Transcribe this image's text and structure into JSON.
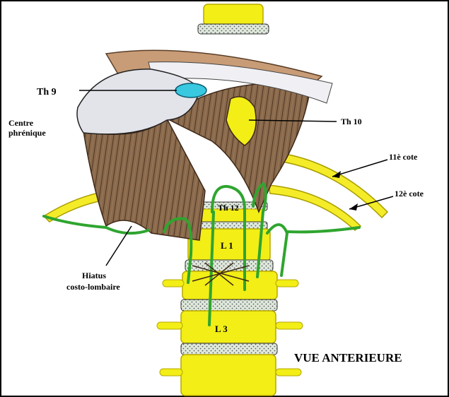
{
  "figure": {
    "labels": {
      "th9": "Th 9",
      "centre_line1": "Centre",
      "centre_line2": "phrénique",
      "th10": "Th 10",
      "cote11": "11è cote",
      "cote12": "12è cote",
      "th12": "Th 12",
      "l1": "L 1",
      "l3": "L 3",
      "hiatus_line1": "Hiatus",
      "hiatus_line2": "costo-lombaire",
      "view": "VUE ANTERIEURE"
    },
    "colors": {
      "vertebra": "#f2ee16",
      "vertebra_dark": "#c8b400",
      "disc": "#d8e8d2",
      "muscle": "#8a6a4c",
      "muscle_dark": "#5a3e28",
      "tendon": "#e2e4ea",
      "top_fascia": "#c89c76",
      "crus": "#2fa52f",
      "hiatus_blue": "#38c8e0",
      "rib": "#f4ec28"
    }
  }
}
